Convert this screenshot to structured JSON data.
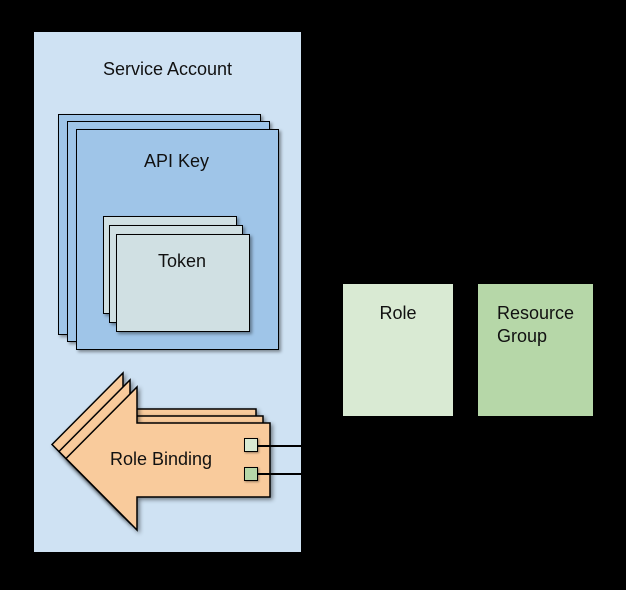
{
  "background": "#000000",
  "text_color": "#111111",
  "service_account": {
    "label": "Service Account",
    "fill": "#cfe2f3"
  },
  "api_key": {
    "label": "API Key",
    "fill": "#9fc5e8",
    "stack_count": 3
  },
  "token": {
    "label": "Token",
    "fill": "#d0e0e3",
    "stack_count": 3
  },
  "role_binding": {
    "label": "Role Binding",
    "fill": "#f9cb9c",
    "stack_count": 3,
    "connector_color": "#000000",
    "swatches": [
      {
        "fill": "#d9ead3"
      },
      {
        "fill": "#b6d7a8"
      }
    ]
  },
  "role": {
    "label": "Role",
    "fill": "#d9ead3"
  },
  "resource_group": {
    "label": "Resource Group",
    "fill": "#b6d7a8"
  }
}
